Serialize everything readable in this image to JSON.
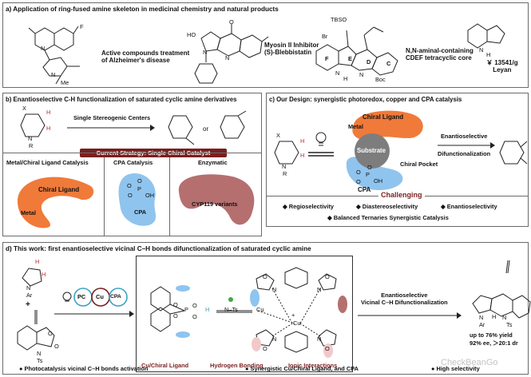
{
  "panel_a": {
    "title": "a) Application of ring-fused amine skeleton in medicinal chemistry and natural products",
    "item1_text": "Active compounds treatment\nof Alzheimer's disease",
    "item1_atoms": {
      "n": "N",
      "f": "F",
      "n2": "N",
      "me": "Me"
    },
    "item2_text": "Myosin II Inhibitor\n(S)-Blebbistatin",
    "item2_atoms": {
      "ho": "HO",
      "o": "O",
      "n": "N",
      "n2": "N"
    },
    "item3_text": "N,N-aminal-containing\nCDEF tetracyclic core",
    "item3_atoms": {
      "tbso": "TBSO",
      "br": "Br",
      "f": "F",
      "e": "E",
      "d": "D",
      "c": "C",
      "n": "N",
      "h": "H",
      "n2": "N",
      "boc": "Boc"
    },
    "price": "￥ 13541/g\nLeyan",
    "price_atoms": {
      "n": "N",
      "h": "H"
    }
  },
  "panel_b": {
    "title": "b) Enantioselective C-H functionalization of saturated cyclic amine derivatives",
    "arrow_label": "Single Stereogenic Centers",
    "or_label": "or",
    "ring_atoms": {
      "x": "X",
      "n": "N",
      "r": "R",
      "h1": "H",
      "h2": "H"
    },
    "strategy": "Current Strategy: Single Chiral Catalyst",
    "col1": {
      "title": "Metal/Chiral Ligand Catalysis",
      "ligand": "Chiral Ligand",
      "metal": "Metal"
    },
    "col2": {
      "title": "CPA Catalysis",
      "p": "P",
      "o1": "O",
      "o2": "O",
      "o3": "O",
      "oh": "OH",
      "label": "CPA"
    },
    "col3": {
      "title": "Enzymatic",
      "label": "CYP119 variants"
    }
  },
  "panel_c": {
    "title": "c) Our Design: synergistic photoredox, copper and CPA catalysis",
    "ring_atoms": {
      "x": "X",
      "n": "N",
      "r": "R",
      "h1": "H",
      "h2": "H"
    },
    "ligand": "Chiral Ligand",
    "metal": "Metal",
    "substrate": "Substrate",
    "pocket": "Chiral Pocket",
    "cpa": "CPA",
    "cpa_atoms": {
      "p": "P",
      "o1": "O",
      "o2": "O",
      "o3": "O",
      "oh": "OH"
    },
    "arrow_top": "Enantioselective",
    "arrow_bottom": "Difunctionalization",
    "challenge": "Challenging",
    "bullets": [
      "Regioselectivity",
      "Diastereoselectivity",
      "Enantioselectivity",
      "Balanced Ternaries Synergistic Catalysis"
    ]
  },
  "panel_d": {
    "title": "d) This work: first enantioselective vicinal C–H bonds difunctionalization of saturated cyclic amine",
    "reactant1_atoms": {
      "n": "N",
      "ar": "Ar",
      "h1": "H",
      "h2": "H"
    },
    "plus": "+",
    "reactant2_atoms": {
      "o1": "O",
      "o2": "O",
      "n": "N",
      "ts": "Ts"
    },
    "catalysts": [
      "PC",
      "Cu",
      "CPA"
    ],
    "complex_atoms": {
      "p": "P",
      "o1": "O",
      "o2": "O",
      "o3": "O",
      "o4": "O",
      "h": "H",
      "nts": "N–Ts",
      "cu1": "Cu",
      "cu2": "Cu",
      "plus_charge": "+",
      "n1": "N",
      "n2": "N",
      "n3": "N",
      "n4": "N",
      "o5": "O",
      "o6": "O",
      "o7": "O",
      "o8": "O"
    },
    "labels": [
      "Cu/Chiral Ligand",
      "Hydrogen Bonding",
      "Ionic Interactions"
    ],
    "arrow_top": "Enantioselective\nVicinal C–H Difunctionalization",
    "product_atoms": {
      "n": "N",
      "h": "H",
      "ar": "Ar",
      "ts": "Ts",
      "n2": "N"
    },
    "yield": "up to 76% yield",
    "ee": "92% ee, ＞20:1 dr",
    "bullet1": "Photocatalysis vicinal C–H bonds activation",
    "bullet2": "Synergistic Cu/Chiral Ligand, and CPA",
    "bullet3": "High selectivity",
    "watermark": "CheckBeanGo"
  },
  "colors": {
    "orange": "#f07a3a",
    "blue": "#8fc4ee",
    "mauve": "#b56f6f",
    "darkred": "#7a1f1f",
    "gray": "#7d7d7d",
    "teal": "#3aa2c4"
  }
}
